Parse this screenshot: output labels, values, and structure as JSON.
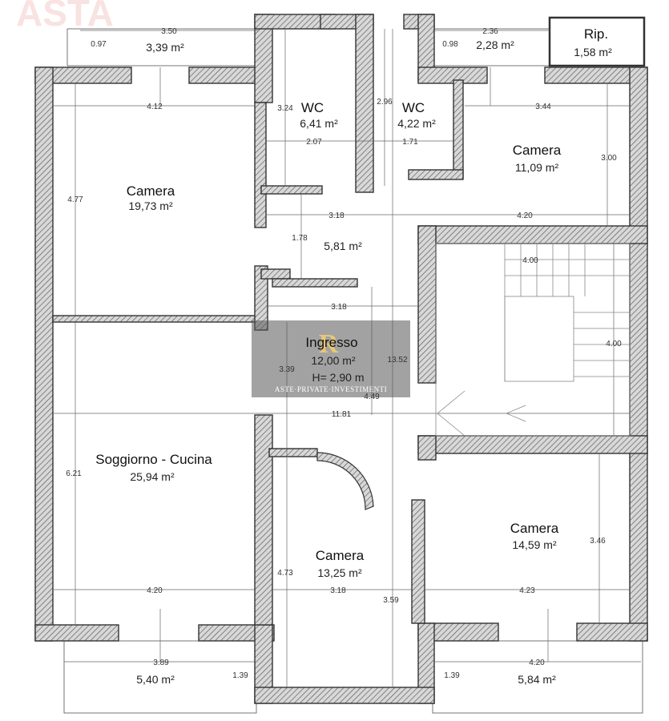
{
  "rooms": [
    {
      "name": "",
      "area": "3,39 m²"
    },
    {
      "name": "WC",
      "area": "6,41 m²"
    },
    {
      "name": "WC",
      "area": "4,22 m²"
    },
    {
      "name": "",
      "area": "2,28 m²"
    },
    {
      "name": "Rip.",
      "area": "1,58 m²"
    },
    {
      "name": "Camera",
      "area": "19,73 m²"
    },
    {
      "name": "Camera",
      "area": "11,09 m²"
    },
    {
      "name": "",
      "area": "5,81 m²"
    },
    {
      "name": "Ingresso",
      "area": "12,00 m²",
      "height": "H= 2,90 m"
    },
    {
      "name": "Soggiorno - Cucina",
      "area": "25,94 m²"
    },
    {
      "name": "Camera",
      "area": "14,59 m²"
    },
    {
      "name": "Camera",
      "area": "13,25 m²"
    },
    {
      "name": "",
      "area": "5,40 m²"
    },
    {
      "name": "",
      "area": "5,84 m²"
    }
  ],
  "dimensions": [
    "3.50",
    "0.97",
    "2.36",
    "0.98",
    "4.12",
    "3.24",
    "2.96",
    "3.44",
    "2.07",
    "1.71",
    "3.00",
    "4.77",
    "3.18",
    "4.20",
    "1.78",
    "4.00",
    "3.18",
    "4.00",
    "3.39",
    "13.52",
    "4.49",
    "11.81",
    "6.21",
    "3.46",
    "4.73",
    "4.20",
    "3.18",
    "4.23",
    "3.59",
    "3.89",
    "1.39",
    "4.20",
    "1.39"
  ],
  "watermark": {
    "caption": "ASTE·PRIVATE·INVESTIMENTI",
    "logo_letter": "R",
    "top_text": "ASTA"
  }
}
